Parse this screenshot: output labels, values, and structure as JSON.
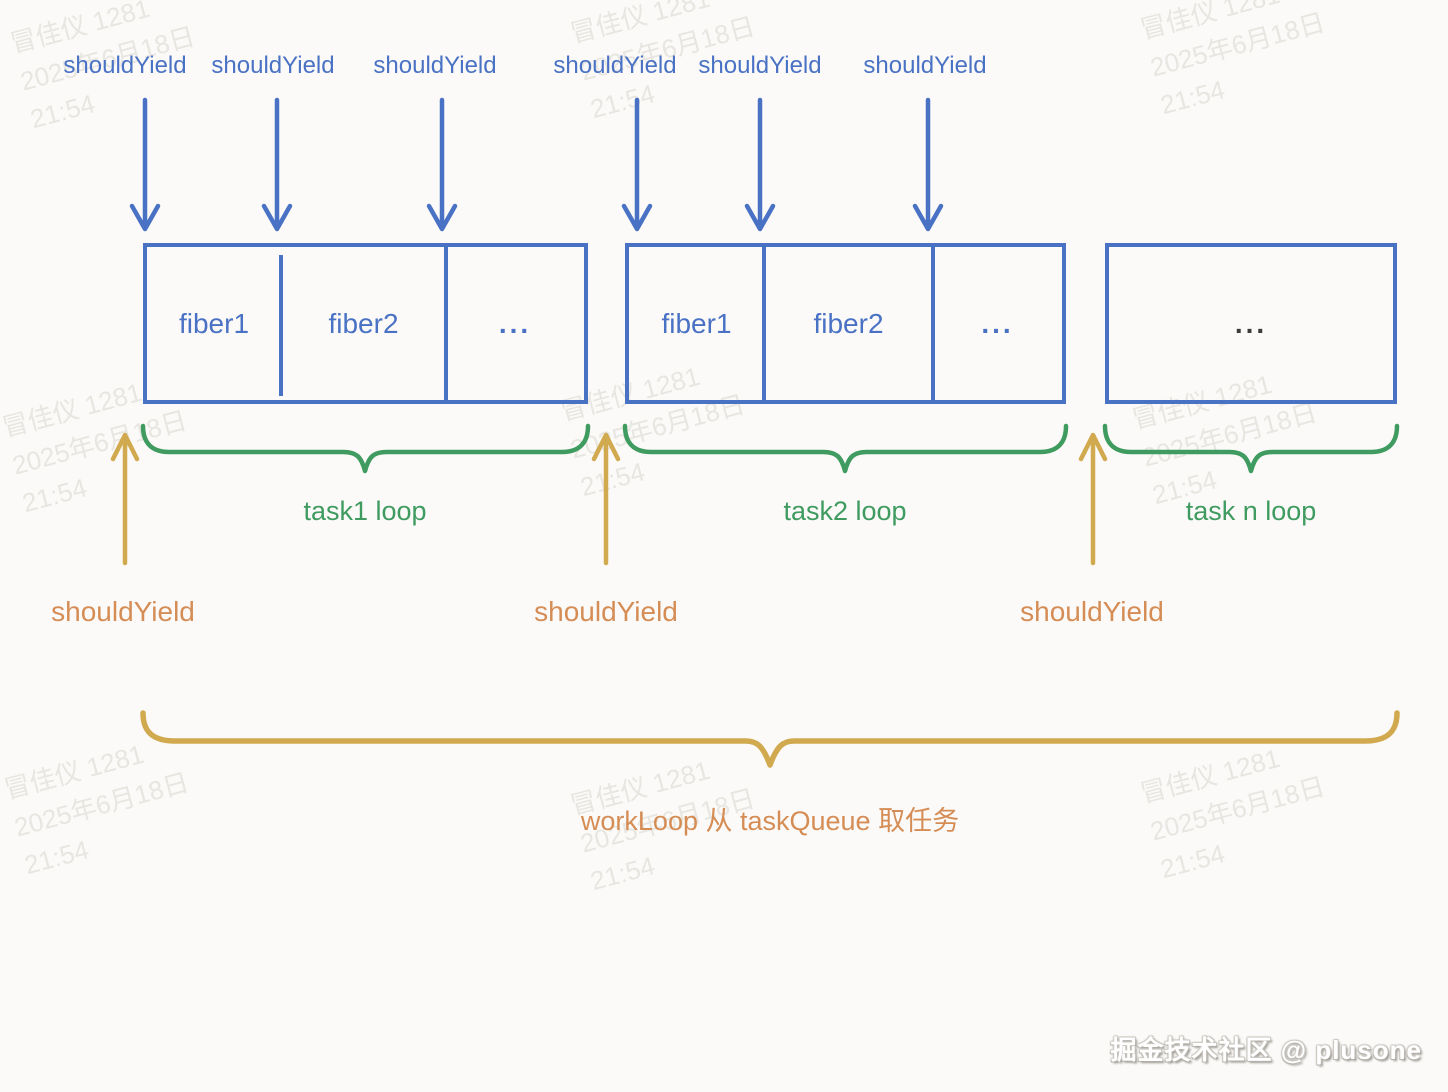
{
  "diagram": {
    "top_yield_labels": [
      "shouldYield",
      "shouldYield",
      "shouldYield",
      "shouldYield",
      "shouldYield",
      "shouldYield"
    ],
    "task_groups": [
      {
        "cells": [
          "fiber1",
          "fiber2",
          "..."
        ],
        "loop_label": "task1 loop"
      },
      {
        "cells": [
          "fiber1",
          "fiber2",
          "..."
        ],
        "loop_label": "task2 loop"
      },
      {
        "cells": [
          "..."
        ],
        "loop_label": "task n loop"
      }
    ],
    "bottom_yield_labels": [
      "shouldYield",
      "shouldYield",
      "shouldYield"
    ],
    "workloop_label": "workLoop 从 taskQueue 取任务"
  },
  "watermark": {
    "line1": "冒佳仪 1281",
    "line2": "2025年6月18日",
    "line3": "21:54"
  },
  "credit": "掘金技术社区 @ plusone",
  "colors": {
    "background": "#fbfaf8",
    "blue": "#4a72c4",
    "green": "#3f9b60",
    "gold": "#d1a94f",
    "orange": "#d58d55",
    "dark_dots": "#3b3b3b",
    "watermark": "#e9e6e0",
    "credit_text": "#ffffff"
  }
}
